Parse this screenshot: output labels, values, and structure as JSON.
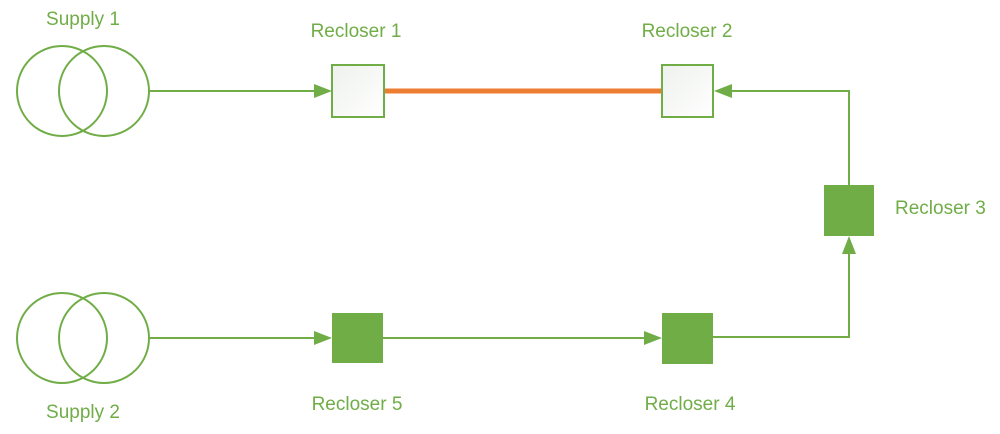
{
  "diagram": {
    "type": "power-network-one-line-diagram",
    "colors": {
      "green": "#70AD47",
      "orange": "#ED7D31",
      "background": "#ffffff",
      "open_recloser_fill": "#f3f5f2"
    },
    "labels": {
      "supply1": "Supply 1",
      "supply2": "Supply 2",
      "recloser1": "Recloser 1",
      "recloser2": "Recloser 2",
      "recloser3": "Recloser 3",
      "recloser4": "Recloser 4",
      "recloser5": "Recloser 5"
    },
    "nodes": [
      {
        "id": "supply1",
        "label": "Supply 1",
        "kind": "supply-source",
        "symbol": "two-overlapping-circles",
        "style": "outlined"
      },
      {
        "id": "supply2",
        "label": "Supply 2",
        "kind": "supply-source",
        "symbol": "two-overlapping-circles",
        "style": "outlined"
      },
      {
        "id": "recloser1",
        "label": "Recloser 1",
        "kind": "recloser",
        "style": "outlined-white-square"
      },
      {
        "id": "recloser2",
        "label": "Recloser 2",
        "kind": "recloser",
        "style": "outlined-white-square"
      },
      {
        "id": "recloser3",
        "label": "Recloser 3",
        "kind": "recloser",
        "style": "filled-green-square"
      },
      {
        "id": "recloser4",
        "label": "Recloser 4",
        "kind": "recloser",
        "style": "filled-green-square"
      },
      {
        "id": "recloser5",
        "label": "Recloser 5",
        "kind": "recloser",
        "style": "filled-green-square"
      }
    ],
    "edges": [
      {
        "from": "supply1",
        "to": "recloser1",
        "color": "#70AD47",
        "arrow_into": "recloser1"
      },
      {
        "from": "recloser1",
        "to": "recloser2",
        "color": "#ED7D31",
        "arrow_into": null
      },
      {
        "from": "recloser3",
        "to": "recloser2",
        "color": "#70AD47",
        "arrow_into": "recloser2",
        "route": "up-then-left"
      },
      {
        "from": "recloser4",
        "to": "recloser3",
        "color": "#70AD47",
        "arrow_into": "recloser3",
        "route": "right-then-up"
      },
      {
        "from": "supply2",
        "to": "recloser5",
        "color": "#70AD47",
        "arrow_into": "recloser5"
      },
      {
        "from": "recloser5",
        "to": "recloser4",
        "color": "#70AD47",
        "arrow_into": "recloser4"
      }
    ]
  }
}
